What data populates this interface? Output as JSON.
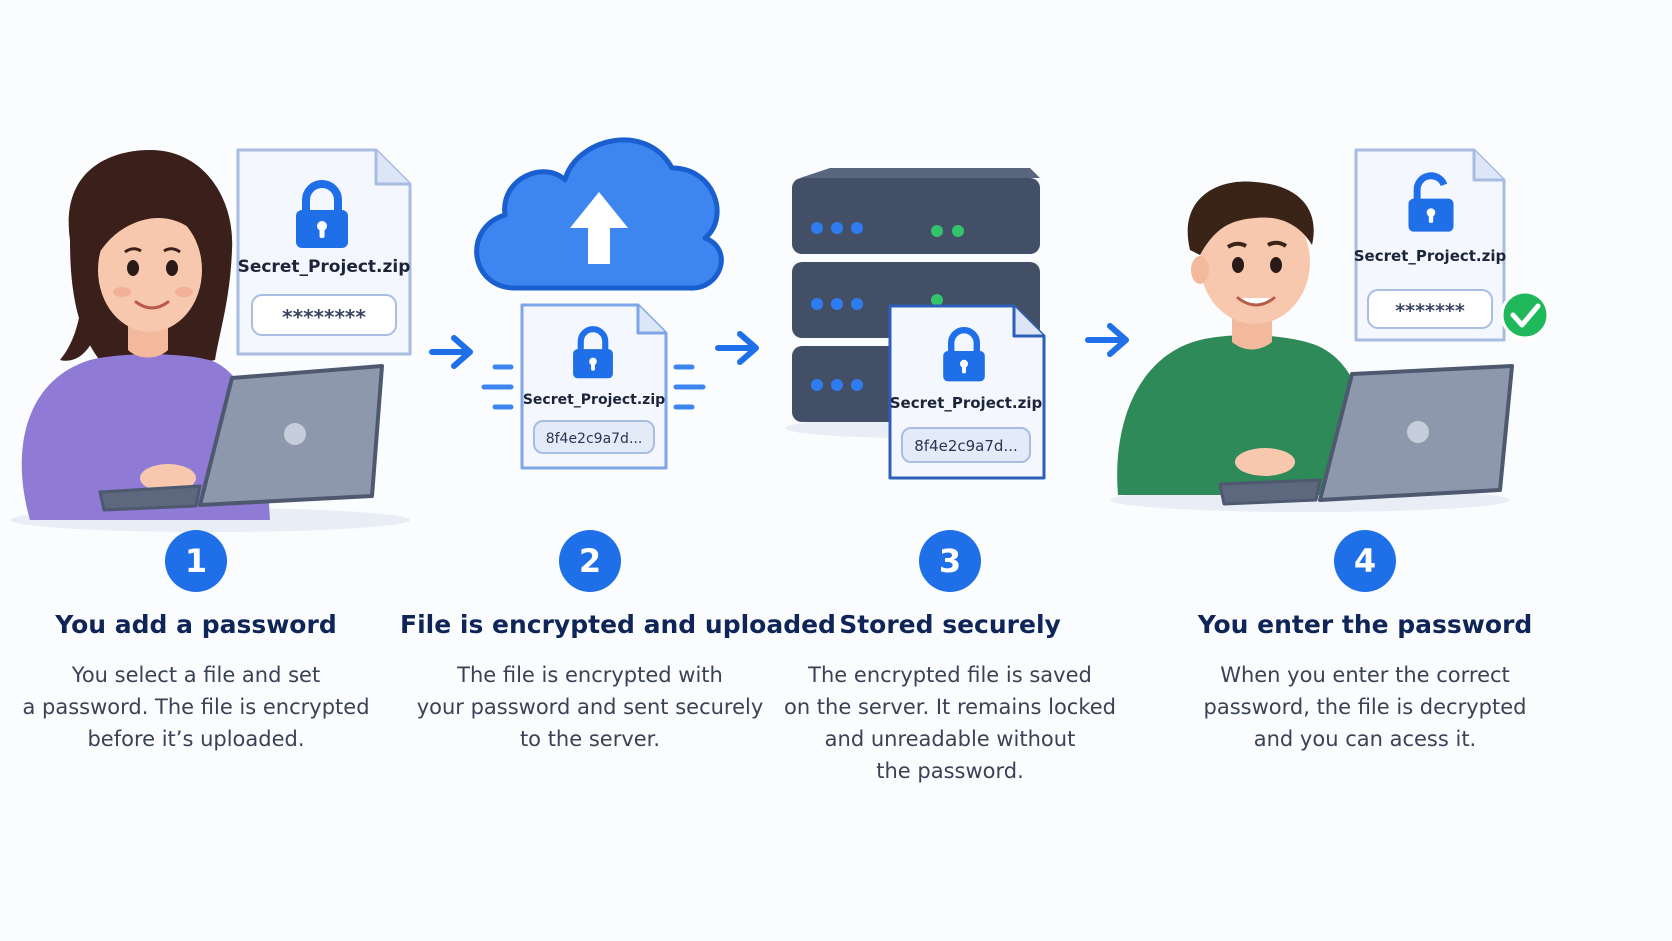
{
  "colors": {
    "accent": "#1f6fe8",
    "title": "#0f2558",
    "body_text": "#3a4256",
    "server": "#434f66",
    "led_blue": "#2f7bf0",
    "led_green": "#33c46b",
    "success": "#1fb85a",
    "woman_shirt": "#8f7ad6",
    "man_shirt": "#2e8a58",
    "laptop": "#8e98ad"
  },
  "icons": [
    "lock-icon",
    "unlock-icon",
    "cloud-upload-icon",
    "arrow-right-icon",
    "checkmark-icon",
    "server-rack-icon",
    "laptop-icon",
    "file-icon"
  ],
  "files": {
    "step1": {
      "name": "Secret_Project.zip",
      "password": "********"
    },
    "step2": {
      "name": "Secret_Project.zip",
      "hash": "8f4e2c9a7d..."
    },
    "step3": {
      "name": "Secret_Project.zip",
      "hash": "8f4e2c9a7d..."
    },
    "step4": {
      "name": "Secret_Project.zip",
      "password": "*******"
    }
  },
  "steps": [
    {
      "number": "1",
      "title": "You add a password",
      "desc": [
        "You select a file and set",
        "a password. The file is encrypted",
        "before it’s uploaded."
      ]
    },
    {
      "number": "2",
      "title": "File is encrypted and uploaded",
      "desc": [
        "The file is encrypted with",
        "your password and sent securely",
        "to the server."
      ]
    },
    {
      "number": "3",
      "title": "Stored securely",
      "desc": [
        "The encrypted file is saved",
        "on the server. It remains locked",
        "and unreadable without",
        "the password."
      ]
    },
    {
      "number": "4",
      "title": "You enter the password",
      "desc": [
        "When you enter the correct",
        "password, the file is decrypted",
        "and you can acess it."
      ]
    }
  ]
}
